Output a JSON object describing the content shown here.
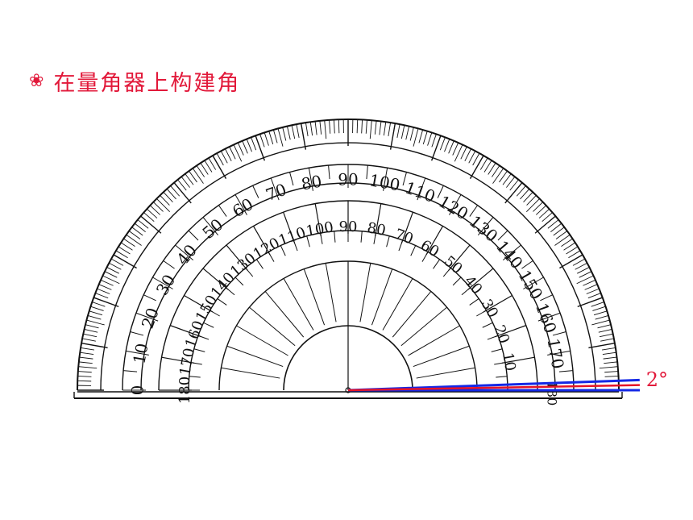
{
  "title": {
    "bullet_icon": "flower-icon",
    "text": "在量角器上构建角"
  },
  "protractor": {
    "outer_scale": [
      "0",
      "10",
      "20",
      "30",
      "40",
      "50",
      "60",
      "70",
      "80",
      "90",
      "100",
      "110",
      "120",
      "130",
      "140",
      "150",
      "160",
      "170"
    ],
    "inner_scale": [
      "180",
      "170",
      "160",
      "150",
      "140",
      "130",
      "120",
      "110",
      "100",
      "90",
      "80",
      "70",
      "60",
      "50",
      "40",
      "30",
      "20",
      "10"
    ],
    "end_label": "180"
  },
  "angle": {
    "degrees": 2,
    "label": "2°",
    "colors": {
      "arms": "#1428e6",
      "bisector": "#e61428",
      "label": "#e2193a"
    }
  }
}
